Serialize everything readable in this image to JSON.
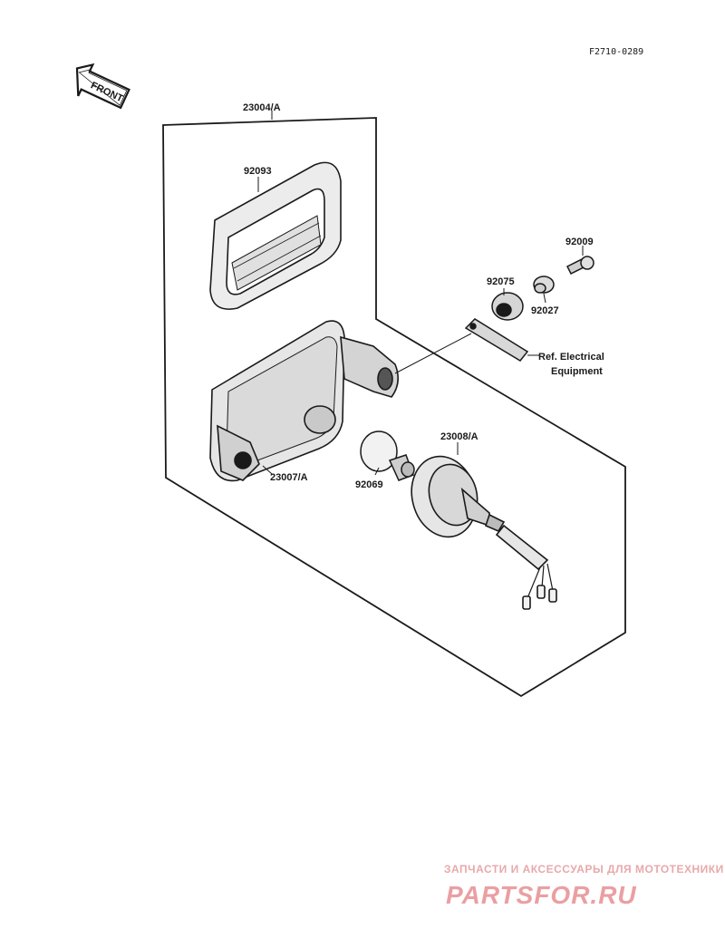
{
  "diagram": {
    "figure_code": "F2710-0289",
    "front_label": "FRONT",
    "parts": {
      "p23004": "23004/A",
      "p92093": "92093",
      "p92009": "92009",
      "p92075": "92075",
      "p92027": "92027",
      "ref_line1": "Ref. Electrical",
      "ref_line2": "Equipment",
      "p23008": "23008/A",
      "p23007": "23007/A",
      "p92069": "92069"
    }
  },
  "watermark": {
    "tagline": "ЗАПЧАСТИ И АКСЕССУАРЫ ДЛЯ МОТОТЕХНИКИ",
    "brand": "PARTSFOR.RU"
  },
  "colors": {
    "ink": "#1a1a1a",
    "watermark": "#e8a0a3"
  }
}
